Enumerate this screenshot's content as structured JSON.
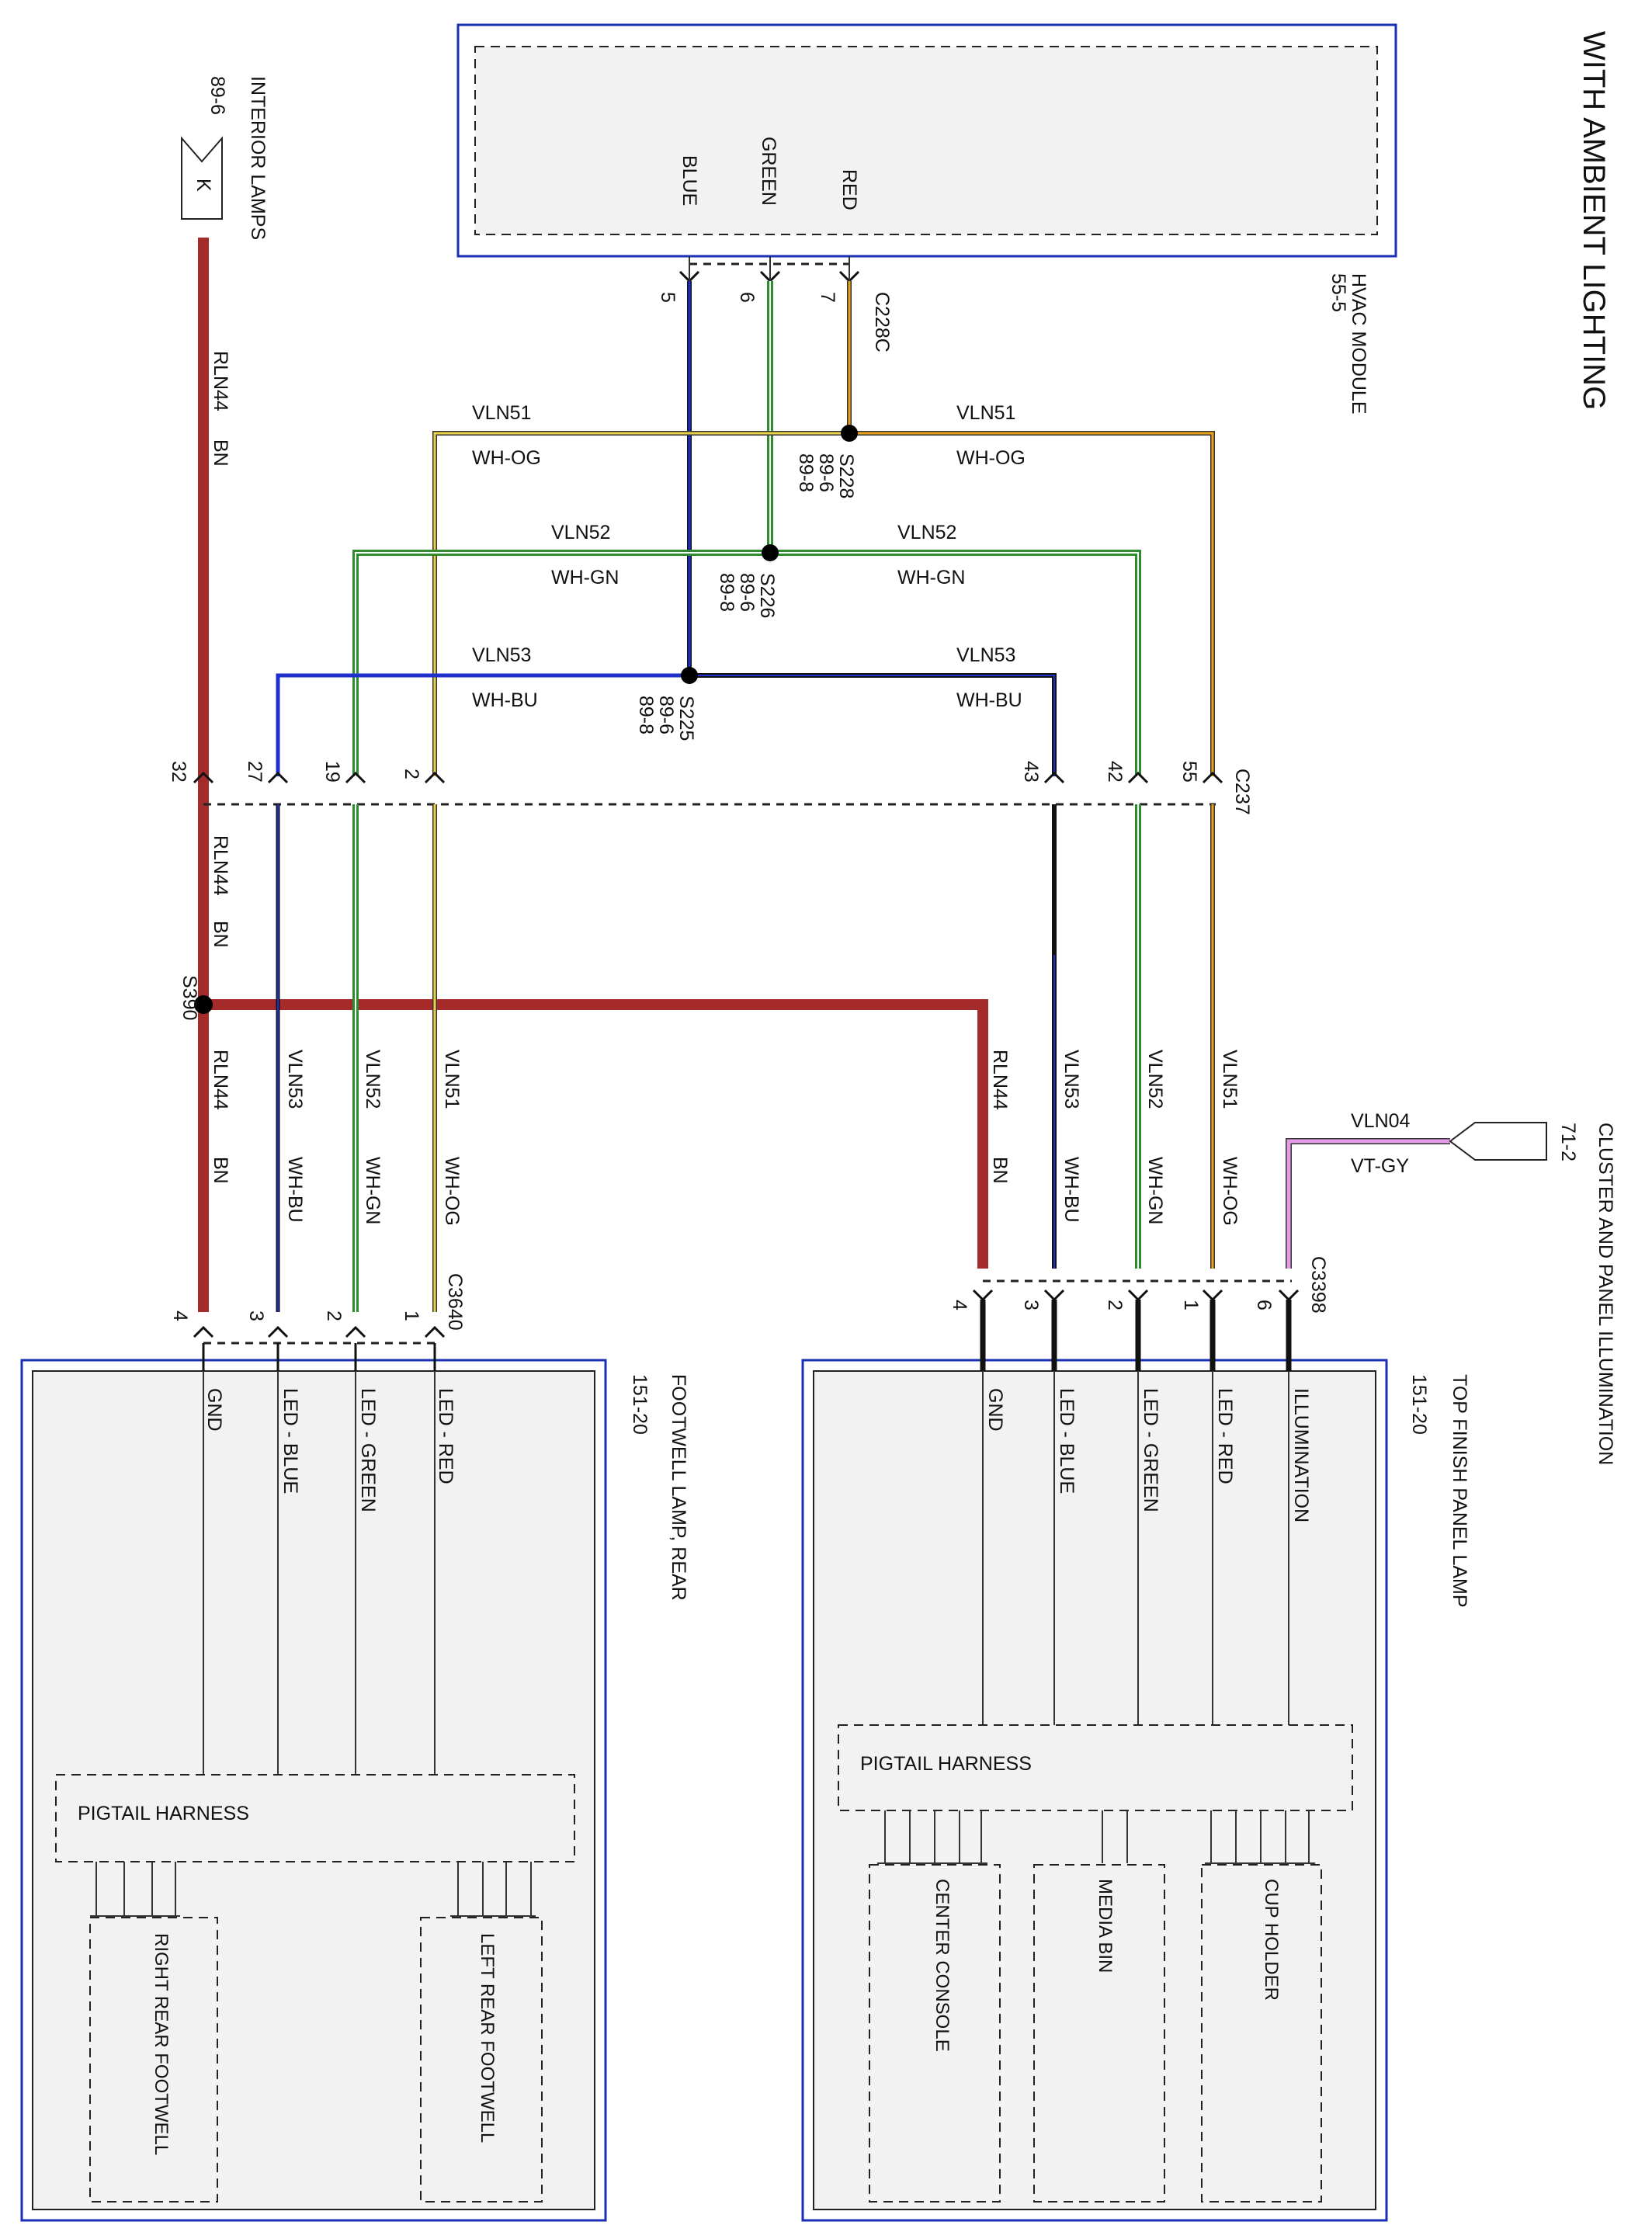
{
  "title": "WITH AMBIENT LIGHTING",
  "colors": {
    "brown": "#a52a2a",
    "blue": "#1f2fcc",
    "green": "#2e8b2e",
    "orange": "#e8a317",
    "yellow": "#e8d24a",
    "violet": "#e49be8",
    "frame": "#1a2fb3"
  },
  "hvac": {
    "name": "HVAC MODULE",
    "ref": "55-5",
    "pins": {
      "blue": "BLUE",
      "green": "GREEN",
      "red": "RED"
    },
    "connector": "C228C",
    "pin_numbers": {
      "blue": "5",
      "green": "6",
      "red": "7"
    }
  },
  "interior_lamps": {
    "name": "INTERIOR LAMPS",
    "ref": "89-6",
    "letter": "K"
  },
  "cluster": {
    "name": "CLUSTER AND PANEL ILLUMINATION",
    "ref": "71-2"
  },
  "circuits": {
    "rln44": {
      "circuit": "RLN44",
      "color": "BN"
    },
    "vln51": {
      "circuit": "VLN51",
      "color": "WH-OG"
    },
    "vln52": {
      "circuit": "VLN52",
      "color": "WH-GN"
    },
    "vln53": {
      "circuit": "VLN53",
      "color": "WH-BU"
    },
    "vln04": {
      "circuit": "VLN04",
      "color": "VT-GY"
    }
  },
  "splices": {
    "s228": {
      "name": "S228",
      "ref1": "89-6",
      "ref2": "89-8"
    },
    "s226": {
      "name": "S226",
      "ref1": "89-6",
      "ref2": "89-8"
    },
    "s225": {
      "name": "S225",
      "ref1": "89-6",
      "ref2": "89-8"
    },
    "s390": {
      "name": "S390"
    }
  },
  "c237": {
    "name": "C237",
    "pins": {
      "rln44": "32",
      "vln53": "27",
      "vln52": "19",
      "vln51": "2",
      "r53": "43",
      "r52": "42",
      "r51": "55"
    }
  },
  "c3640": {
    "name": "C3640",
    "pins": {
      "gnd": "4",
      "blue": "3",
      "green": "2",
      "red": "1"
    }
  },
  "c3398": {
    "name": "C3398",
    "pins": {
      "gnd": "4",
      "blue": "3",
      "green": "2",
      "red": "1",
      "illum": "6"
    }
  },
  "footwell": {
    "name": "FOOTWELL LAMP, REAR",
    "ref": "151-20",
    "pins": {
      "gnd": "GND",
      "blue": "LED - BLUE",
      "green": "LED - GREEN",
      "red": "LED - RED"
    },
    "harness": "PIGTAIL HARNESS",
    "right": "RIGHT REAR FOOTWELL",
    "left": "LEFT REAR FOOTWELL"
  },
  "topfinish": {
    "name": "TOP FINISH PANEL LAMP",
    "ref": "151-20",
    "pins": {
      "gnd": "GND",
      "blue": "LED - BLUE",
      "green": "LED - GREEN",
      "red": "LED - RED",
      "illum": "ILLUMINATION"
    },
    "harness": "PIGTAIL HARNESS",
    "center": "CENTER CONSOLE",
    "media": "MEDIA BIN",
    "cup": "CUP HOLDER"
  }
}
